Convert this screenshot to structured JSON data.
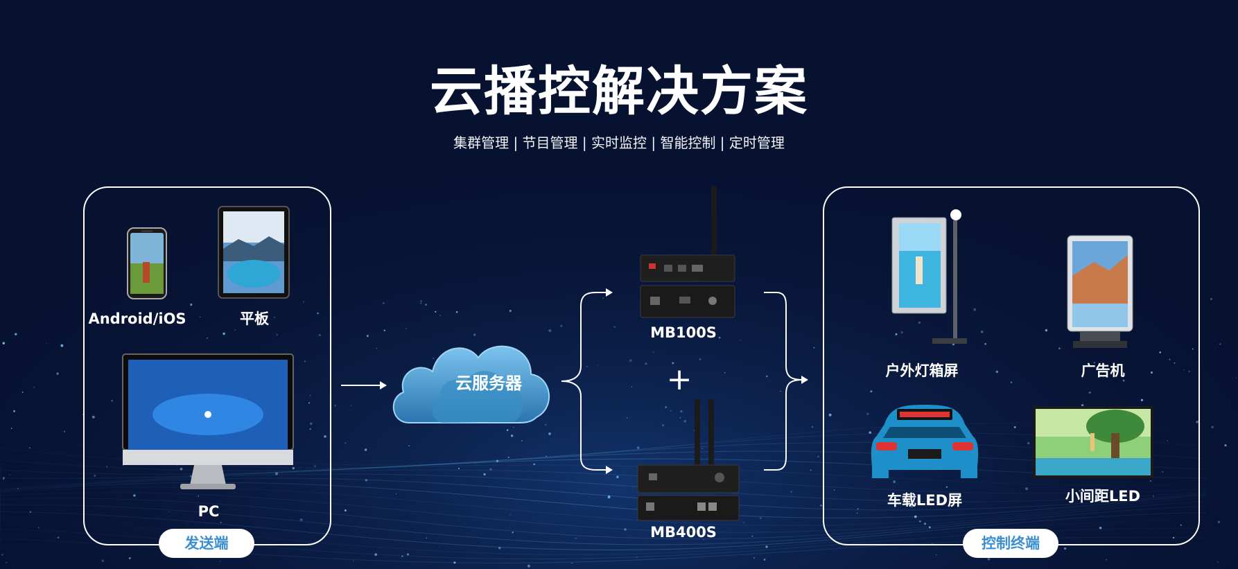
{
  "header": {
    "title": "云播控解决方案",
    "subtitle": "集群管理 | 节目管理 | 实时监控 | 智能控制 | 定时管理"
  },
  "sender": {
    "badge": "发送端",
    "devices": [
      {
        "label": "Android/iOS",
        "icon": "smartphone-icon"
      },
      {
        "label": "平板",
        "icon": "tablet-icon"
      },
      {
        "label": "PC",
        "icon": "desktop-monitor-icon"
      }
    ]
  },
  "server": {
    "label": "云服务器",
    "icon": "cloud-icon"
  },
  "controllers": {
    "items": [
      {
        "label": "MB100S",
        "icon": "controller-box-icon"
      },
      {
        "label": "MB400S",
        "icon": "controller-box-antenna-icon"
      }
    ],
    "joiner": "+"
  },
  "terminals": {
    "badge": "控制终端",
    "items": [
      {
        "label": "户外灯箱屏",
        "icon": "outdoor-lightbox-icon"
      },
      {
        "label": "广告机",
        "icon": "ad-kiosk-icon"
      },
      {
        "label": "车载LED屏",
        "icon": "car-led-icon"
      },
      {
        "label": "小间距LED",
        "icon": "fine-pitch-led-icon"
      }
    ]
  },
  "colors": {
    "background": "#071231",
    "accent": "#3b8fd0",
    "cloud": "#3a8fc4"
  }
}
